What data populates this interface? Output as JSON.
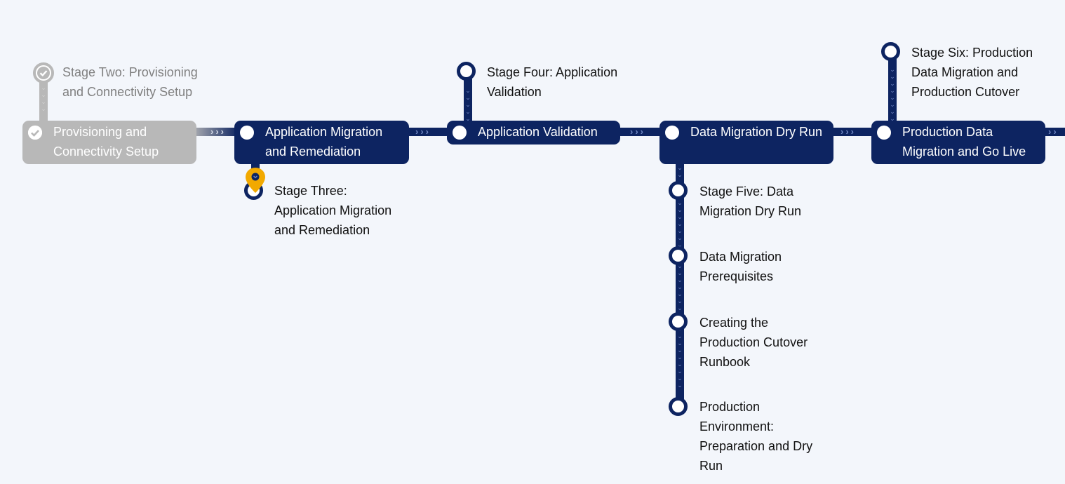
{
  "colors": {
    "active": "#0d2461",
    "done": "#b8b8b8",
    "marker": "#f2a900",
    "background": "#f3f6fb"
  },
  "main_stages": [
    {
      "label": "Provisioning and Connectivity Setup",
      "status": "complete"
    },
    {
      "label": "Application Migration and Remediation",
      "status": "current"
    },
    {
      "label": "Application Validation",
      "status": "upcoming"
    },
    {
      "label": "Data Migration Dry Run",
      "status": "upcoming"
    },
    {
      "label": "Production Data Migration and Go Live",
      "status": "upcoming"
    }
  ],
  "substeps": {
    "stage_two": "Stage Two: Provisioning and Connectivity Setup",
    "stage_three": "Stage Three: Application Migration and Remediation",
    "stage_four": "Stage Four: Application Validation",
    "stage_five": "Stage Five: Data Migration Dry Run",
    "data_prereq": "Data Migration Prerequisites",
    "runbook": "Creating the Production Cutover Runbook",
    "prod_env": "Production Environment: Preparation and Dry Run",
    "stage_six": "Stage Six: Production Data Migration and Production Cutover"
  },
  "icons": {
    "complete": "check-circle-icon",
    "current_location": "location-pin-icon",
    "chevrons": "chevron-right-icon"
  }
}
